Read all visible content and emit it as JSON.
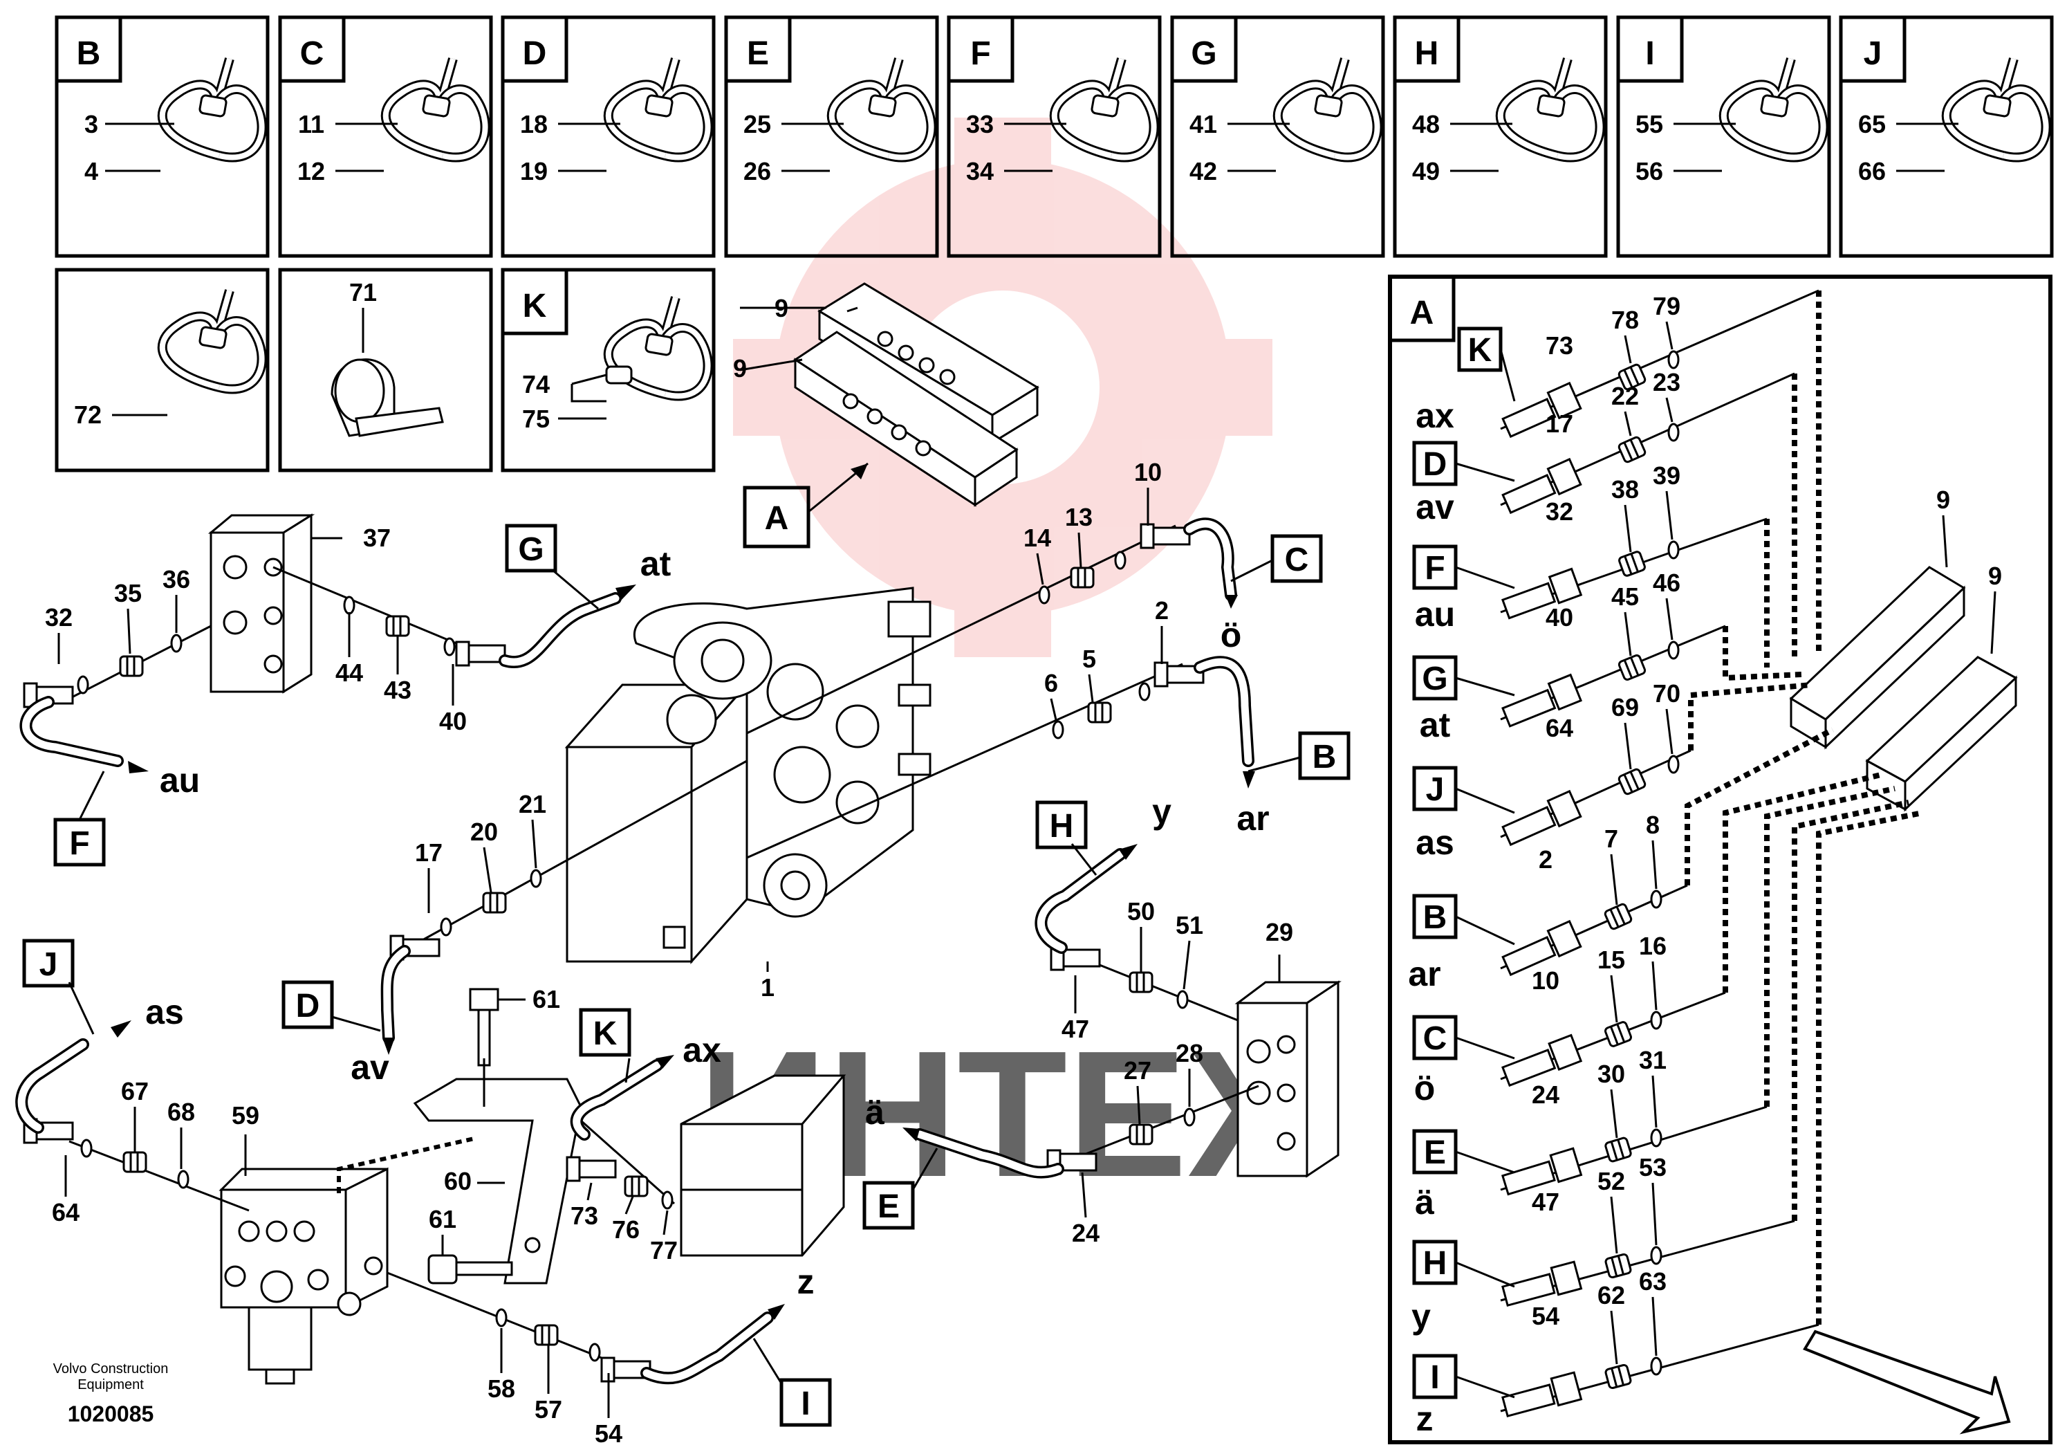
{
  "callout_boxes": [
    {
      "letter": "B",
      "top": "3",
      "bottom": "4"
    },
    {
      "letter": "C",
      "top": "11",
      "bottom": "12"
    },
    {
      "letter": "D",
      "top": "18",
      "bottom": "19"
    },
    {
      "letter": "E",
      "top": "25",
      "bottom": "26"
    },
    {
      "letter": "F",
      "top": "33",
      "bottom": "34"
    },
    {
      "letter": "G",
      "top": "41",
      "bottom": "42"
    },
    {
      "letter": "H",
      "top": "48",
      "bottom": "49"
    },
    {
      "letter": "I",
      "top": "55",
      "bottom": "56"
    },
    {
      "letter": "J",
      "top": "65",
      "bottom": "66"
    }
  ],
  "small_boxes": {
    "tie_72": "72",
    "clamp_71": "71",
    "k_box": {
      "letter": "K",
      "top": "74",
      "bottom": "75"
    }
  },
  "main": {
    "block_A_label": "A",
    "block_9_labels": [
      "9",
      "9"
    ],
    "valve_label": "1",
    "part_labels": [
      "37",
      "36",
      "35",
      "32",
      "44",
      "43",
      "40",
      "14",
      "13",
      "10",
      "2",
      "5",
      "6",
      "21",
      "20",
      "17",
      "29",
      "50",
      "51",
      "47",
      "27",
      "28",
      "24",
      "61",
      "60",
      "73",
      "76",
      "77",
      "59",
      "67",
      "68",
      "64",
      "58",
      "57",
      "54",
      "61"
    ],
    "callouts": [
      "G",
      "C",
      "B",
      "H",
      "D",
      "K",
      "J",
      "E",
      "F",
      "I"
    ],
    "ports": [
      "at",
      "ö",
      "ar",
      "y",
      "av",
      "ax",
      "as",
      "ä",
      "au",
      "z"
    ]
  },
  "detail_A": {
    "title": "A",
    "rows": [
      {
        "box": "K",
        "port": "ax",
        "n1": "73",
        "n2": "78",
        "n3": "79"
      },
      {
        "box": "D",
        "port": "av",
        "n1": "17",
        "n2": "22",
        "n3": "23"
      },
      {
        "box": "F",
        "port": "au",
        "n1": "32",
        "n2": "38",
        "n3": "39"
      },
      {
        "box": "G",
        "port": "at",
        "n1": "40",
        "n2": "45",
        "n3": "46"
      },
      {
        "box": "J",
        "port": "as",
        "n1": "64",
        "n2": "69",
        "n3": "70"
      },
      {
        "box": "B",
        "port": "ar",
        "n1": "2",
        "n2": "7",
        "n3": "8"
      },
      {
        "box": "C",
        "port": "ö",
        "n1": "10",
        "n2": "15",
        "n3": "16"
      },
      {
        "box": "E",
        "port": "ä",
        "n1": "24",
        "n2": "30",
        "n3": "31"
      },
      {
        "box": "H",
        "port": "y",
        "n1": "47",
        "n2": "52",
        "n3": "53"
      },
      {
        "box": "I",
        "port": "z",
        "n1": "54",
        "n2": "62",
        "n3": "63"
      }
    ],
    "block_labels": [
      "9",
      "9"
    ]
  },
  "footer": {
    "company": "Volvo Construction",
    "company2": "Equipment",
    "drawing_number": "1020085"
  },
  "watermark": {
    "text": "ИНТЕХ",
    "color": "#e8c8c8"
  }
}
